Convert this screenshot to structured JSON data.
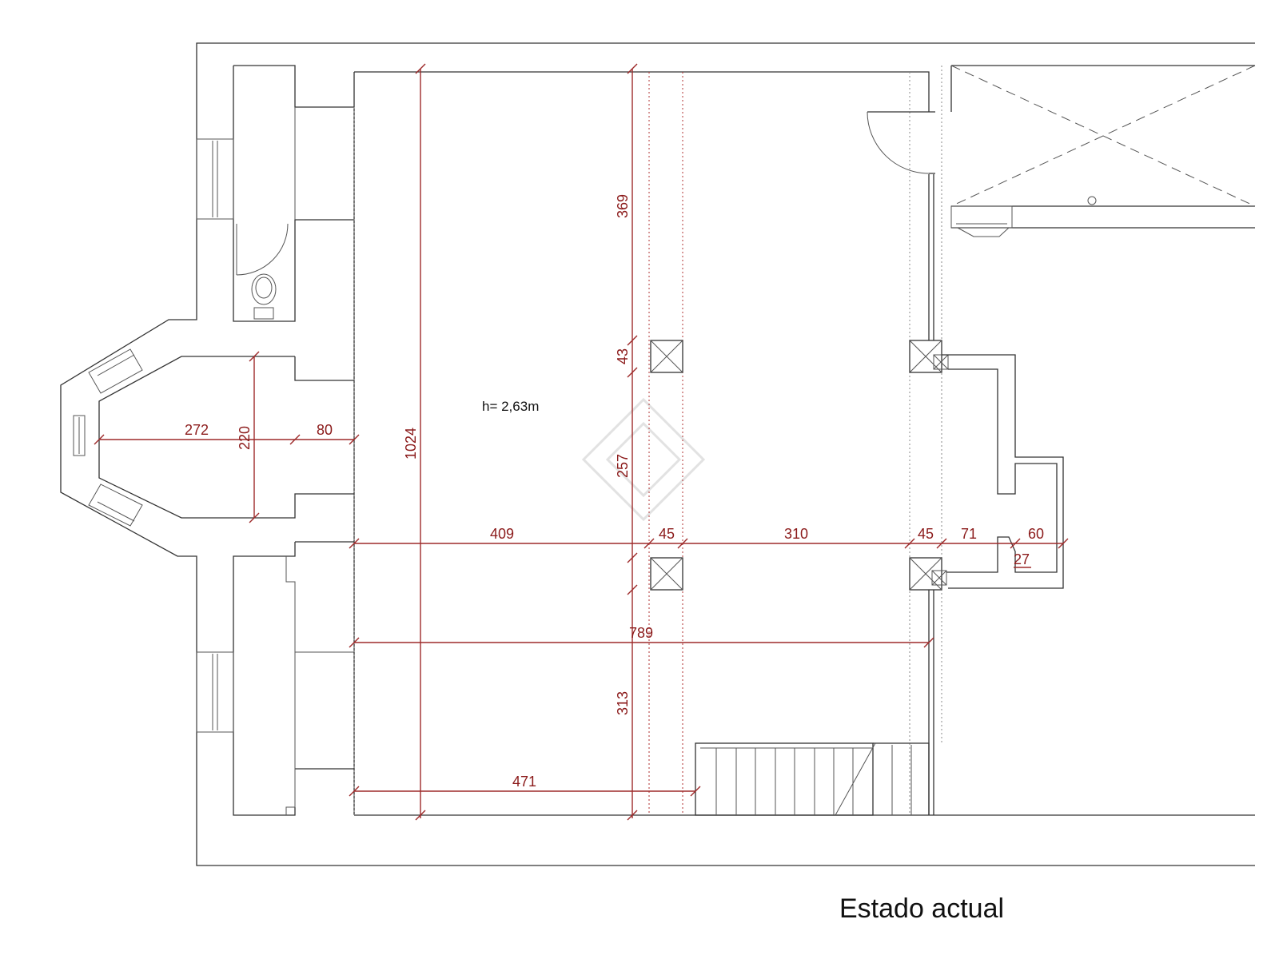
{
  "caption": "Estado actual",
  "ceiling_height": "h= 2,63m",
  "accent_color": "#9e2a2a",
  "dimensions": {
    "d272": "272",
    "d220": "220",
    "d80": "80",
    "d1024": "1024",
    "d369": "369",
    "d43": "43",
    "d257": "257",
    "d313": "313",
    "d409": "409",
    "d45a": "45",
    "d310": "310",
    "d45b": "45",
    "d71": "71",
    "d60": "60",
    "d27": "27",
    "d789": "789",
    "d471": "471"
  }
}
